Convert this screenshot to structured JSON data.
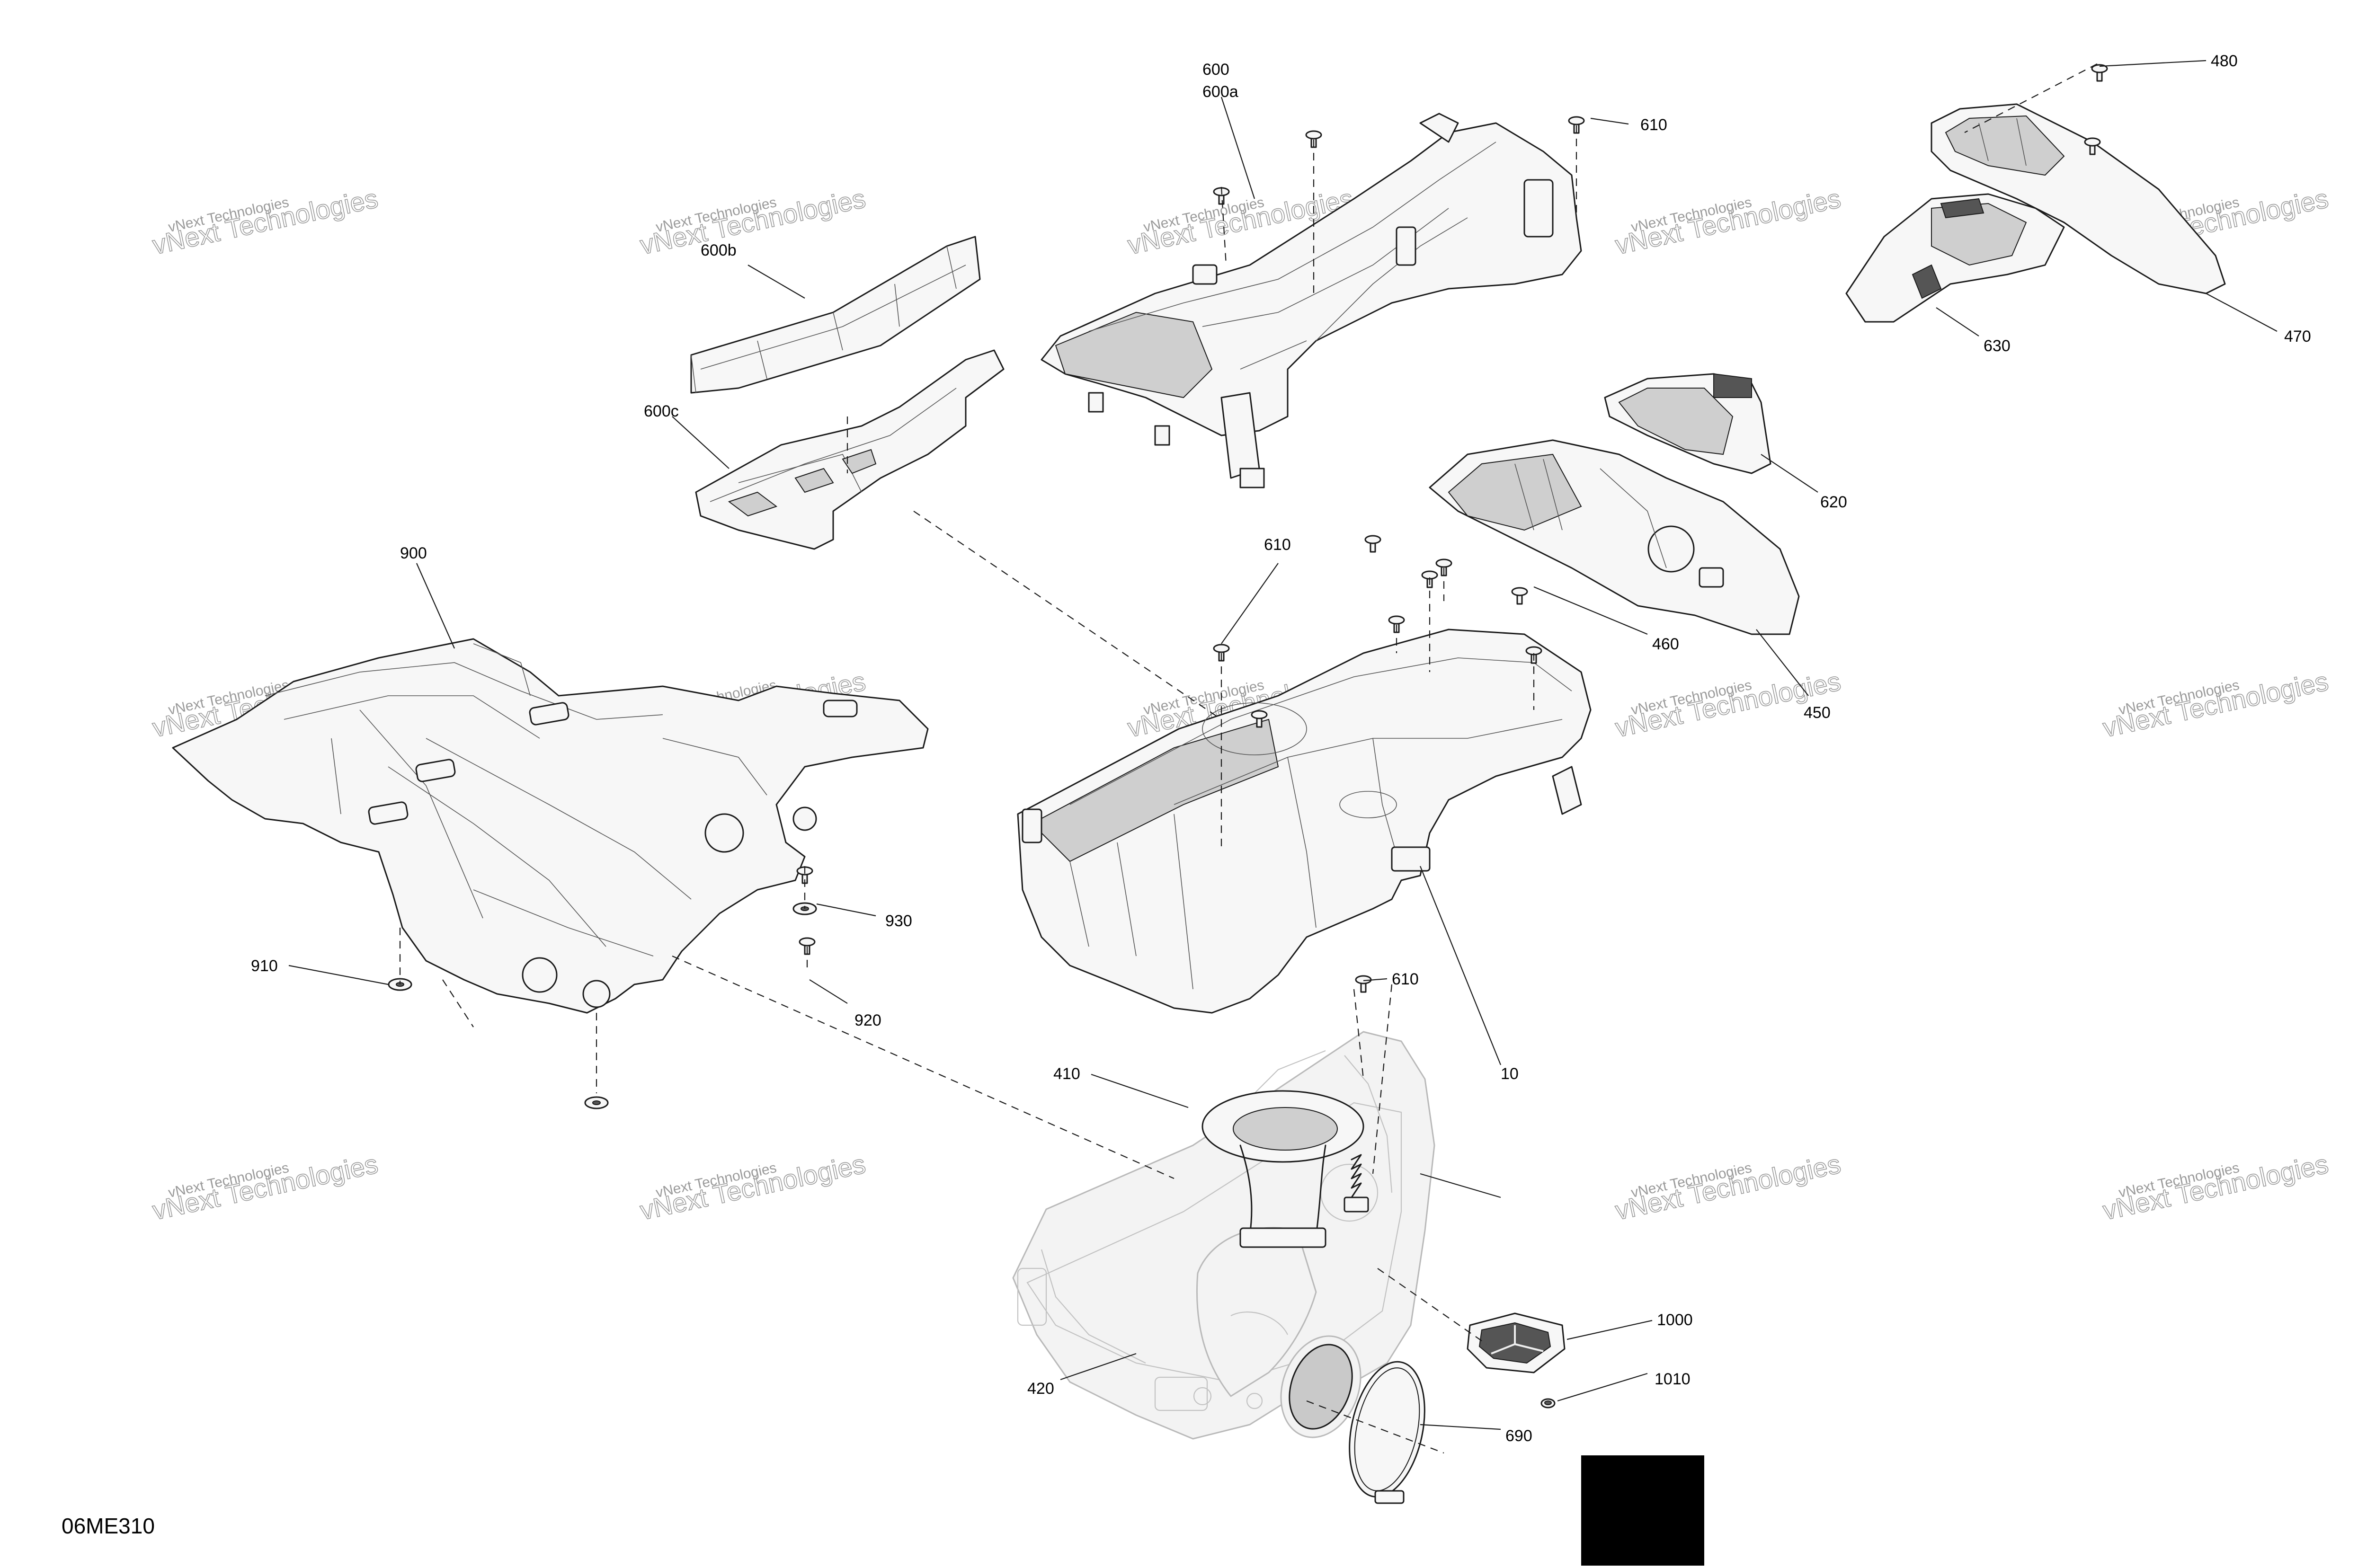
{
  "diagram_code": "06ME310",
  "watermark": {
    "line_small": "vNext Technologies",
    "line_large": "vNext Technologies"
  },
  "callouts": {
    "c10": "10",
    "c410": "410",
    "c420": "420",
    "c450": "450",
    "c460": "460",
    "c470": "470",
    "c480": "480",
    "c600": "600",
    "c600a": "600a",
    "c600b": "600b",
    "c600c": "600c",
    "c610_top": "610",
    "c610_mid": "610",
    "c610_low": "610",
    "c620": "620",
    "c630": "630",
    "c690": "690",
    "c900": "900",
    "c910": "910",
    "c920": "920",
    "c930": "930",
    "c1000": "1000",
    "c1010": "1010"
  },
  "colors": {
    "line": "#1a1a1a",
    "ghost": "#b9b9b9",
    "watermark": "#9a9a9a",
    "block": "#000000"
  }
}
